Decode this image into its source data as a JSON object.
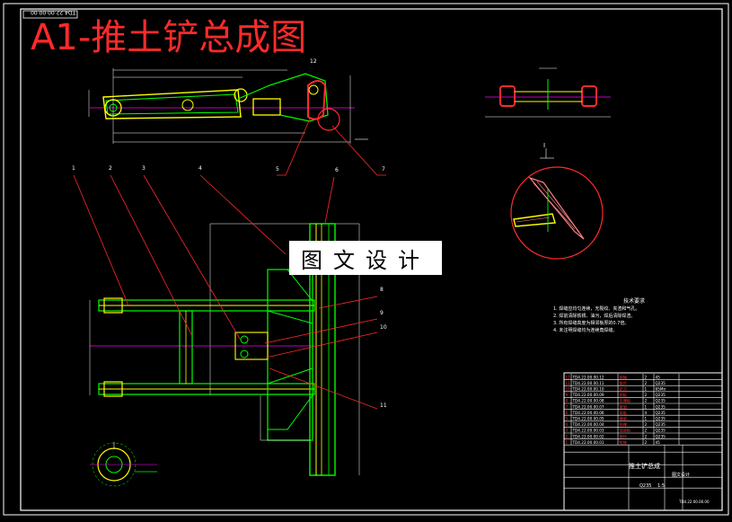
{
  "title": "A1-推土铲总成图",
  "drawing_code_corner": "TD4.22.00.00.00",
  "watermark": "图文设计",
  "part_callouts": [
    "1",
    "2",
    "3",
    "4",
    "6",
    "5",
    "7",
    "8",
    "9",
    "10",
    "11",
    "12"
  ],
  "detail_label": "I",
  "tech_requirements": {
    "heading": "技术要求",
    "lines": [
      "1. 焊缝应均匀连续，无裂纹、夹渣和气孔。",
      "2. 焊前清除铁锈、油污，焊后清除焊渣。",
      "3. 所有焊缝高度为相邻板厚的0.7倍。",
      "4. 未注明焊缝均为连续角焊缝。"
    ]
  },
  "title_block": {
    "assembly_name": "推土铲总成",
    "material": "Q235",
    "scale": "1:5",
    "school": "图文设计",
    "sheet_code": "TD4.22.00.00.00"
  },
  "bom_rows": [
    {
      "no": "12",
      "code": "TD4.22.00.00.12",
      "name": "销轴",
      "qty": "2",
      "mat": "45"
    },
    {
      "no": "11",
      "code": "TD4.22.00.00.11",
      "name": "垫片",
      "qty": "2",
      "mat": "Q235"
    },
    {
      "no": "10",
      "code": "TD4.22.00.00.10",
      "name": "铲刀",
      "qty": "1",
      "mat": "65Mn"
    },
    {
      "no": "9",
      "code": "TD4.22.00.00.09",
      "name": "侧板",
      "qty": "2",
      "mat": "Q235"
    },
    {
      "no": "8",
      "code": "TD4.22.00.00.08",
      "name": "支撑板",
      "qty": "2",
      "mat": "Q235"
    },
    {
      "no": "7",
      "code": "TD4.22.00.00.07",
      "name": "推架",
      "qty": "1",
      "mat": "Q235"
    },
    {
      "no": "6",
      "code": "TD4.22.00.00.06",
      "name": "耳板",
      "qty": "4",
      "mat": "Q235"
    },
    {
      "no": "5",
      "code": "TD4.22.00.00.05",
      "name": "横梁",
      "qty": "1",
      "mat": "Q235"
    },
    {
      "no": "4",
      "code": "TD4.22.00.00.04",
      "name": "斜撑",
      "qty": "2",
      "mat": "Q235"
    },
    {
      "no": "3",
      "code": "TD4.22.00.00.03",
      "name": "连接板",
      "qty": "2",
      "mat": "Q235"
    },
    {
      "no": "2",
      "code": "TD4.22.00.00.02",
      "name": "推杆",
      "qty": "2",
      "mat": "Q235"
    },
    {
      "no": "1",
      "code": "TD4.22.00.00.01",
      "name": "铰座",
      "qty": "2",
      "mat": "45"
    }
  ],
  "colors": {
    "background": "#000000",
    "frame": "#ffffff",
    "outline": "#00ff00",
    "part_fill": "#ffff00",
    "center_line": "#ff00ff",
    "leader": "#ff0000",
    "hatch": "#ff8080",
    "dimension": "#ffffff",
    "title_red": "#ff2a2a"
  }
}
